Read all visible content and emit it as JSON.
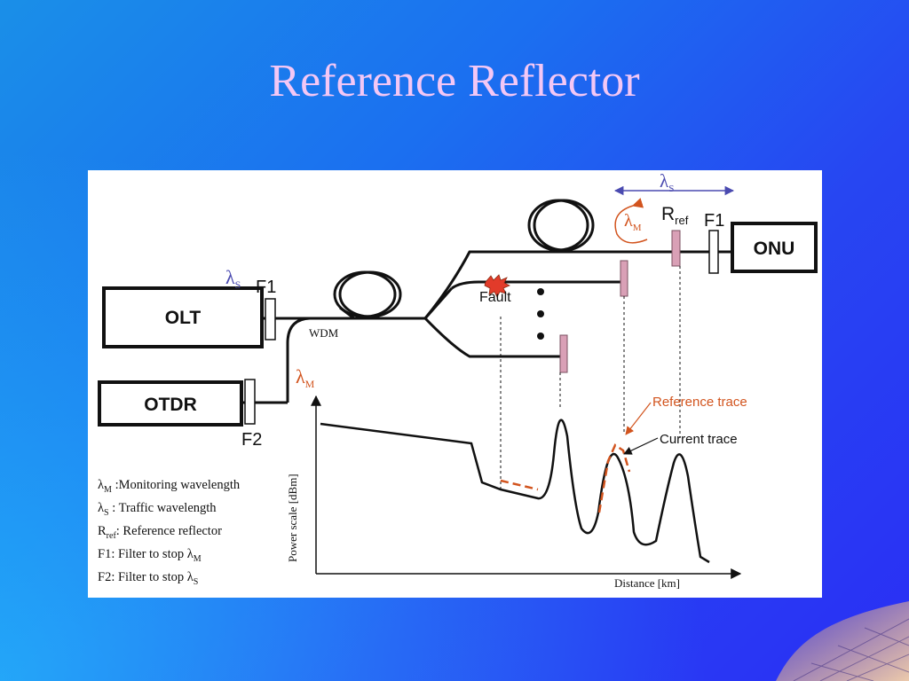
{
  "slide": {
    "title": "Reference Reflector"
  },
  "colors": {
    "title": "#f3c7f5",
    "lambda_blue": "#4a4ab0",
    "lambda_red": "#d2541e",
    "reflector": "#d9a0b6",
    "reference_trace": "#d2541e"
  },
  "diagram": {
    "olt": "OLT",
    "otdr": "OTDR",
    "onu": "ONU",
    "wdm": "WDM",
    "fault": "Fault",
    "f1_olt": "F1",
    "f1_onu": "F1",
    "f2": "F2",
    "lambda_s_olt": {
      "symbol": "λ",
      "sub": "S"
    },
    "lambda_s_top": {
      "symbol": "λ",
      "sub": "S"
    },
    "lambda_m_otdr": {
      "symbol": "λ",
      "sub": "M"
    },
    "lambda_m_loop": {
      "symbol": "λ",
      "sub": "M"
    },
    "rref": {
      "main": "R",
      "sub": "ref"
    }
  },
  "chart": {
    "ylabel": "Power scale [dBm]",
    "xlabel": "Distance [km]",
    "reference_trace": "Reference trace",
    "current_trace": "Current trace"
  },
  "legend": [
    {
      "sym": "λ",
      "sub": "M",
      "text": " :Monitoring wavelength"
    },
    {
      "sym": "λ",
      "sub": "S",
      "text": " : Traffic wavelength"
    },
    {
      "sym": "R",
      "sub": "ref",
      "text": ": Reference reflector"
    },
    {
      "sym": "F1",
      "sub": "",
      "text": ": Filter to stop λ",
      "tail_sub": "M"
    },
    {
      "sym": "F2",
      "sub": "",
      "text": ": Filter to stop λ",
      "tail_sub": "S"
    }
  ]
}
